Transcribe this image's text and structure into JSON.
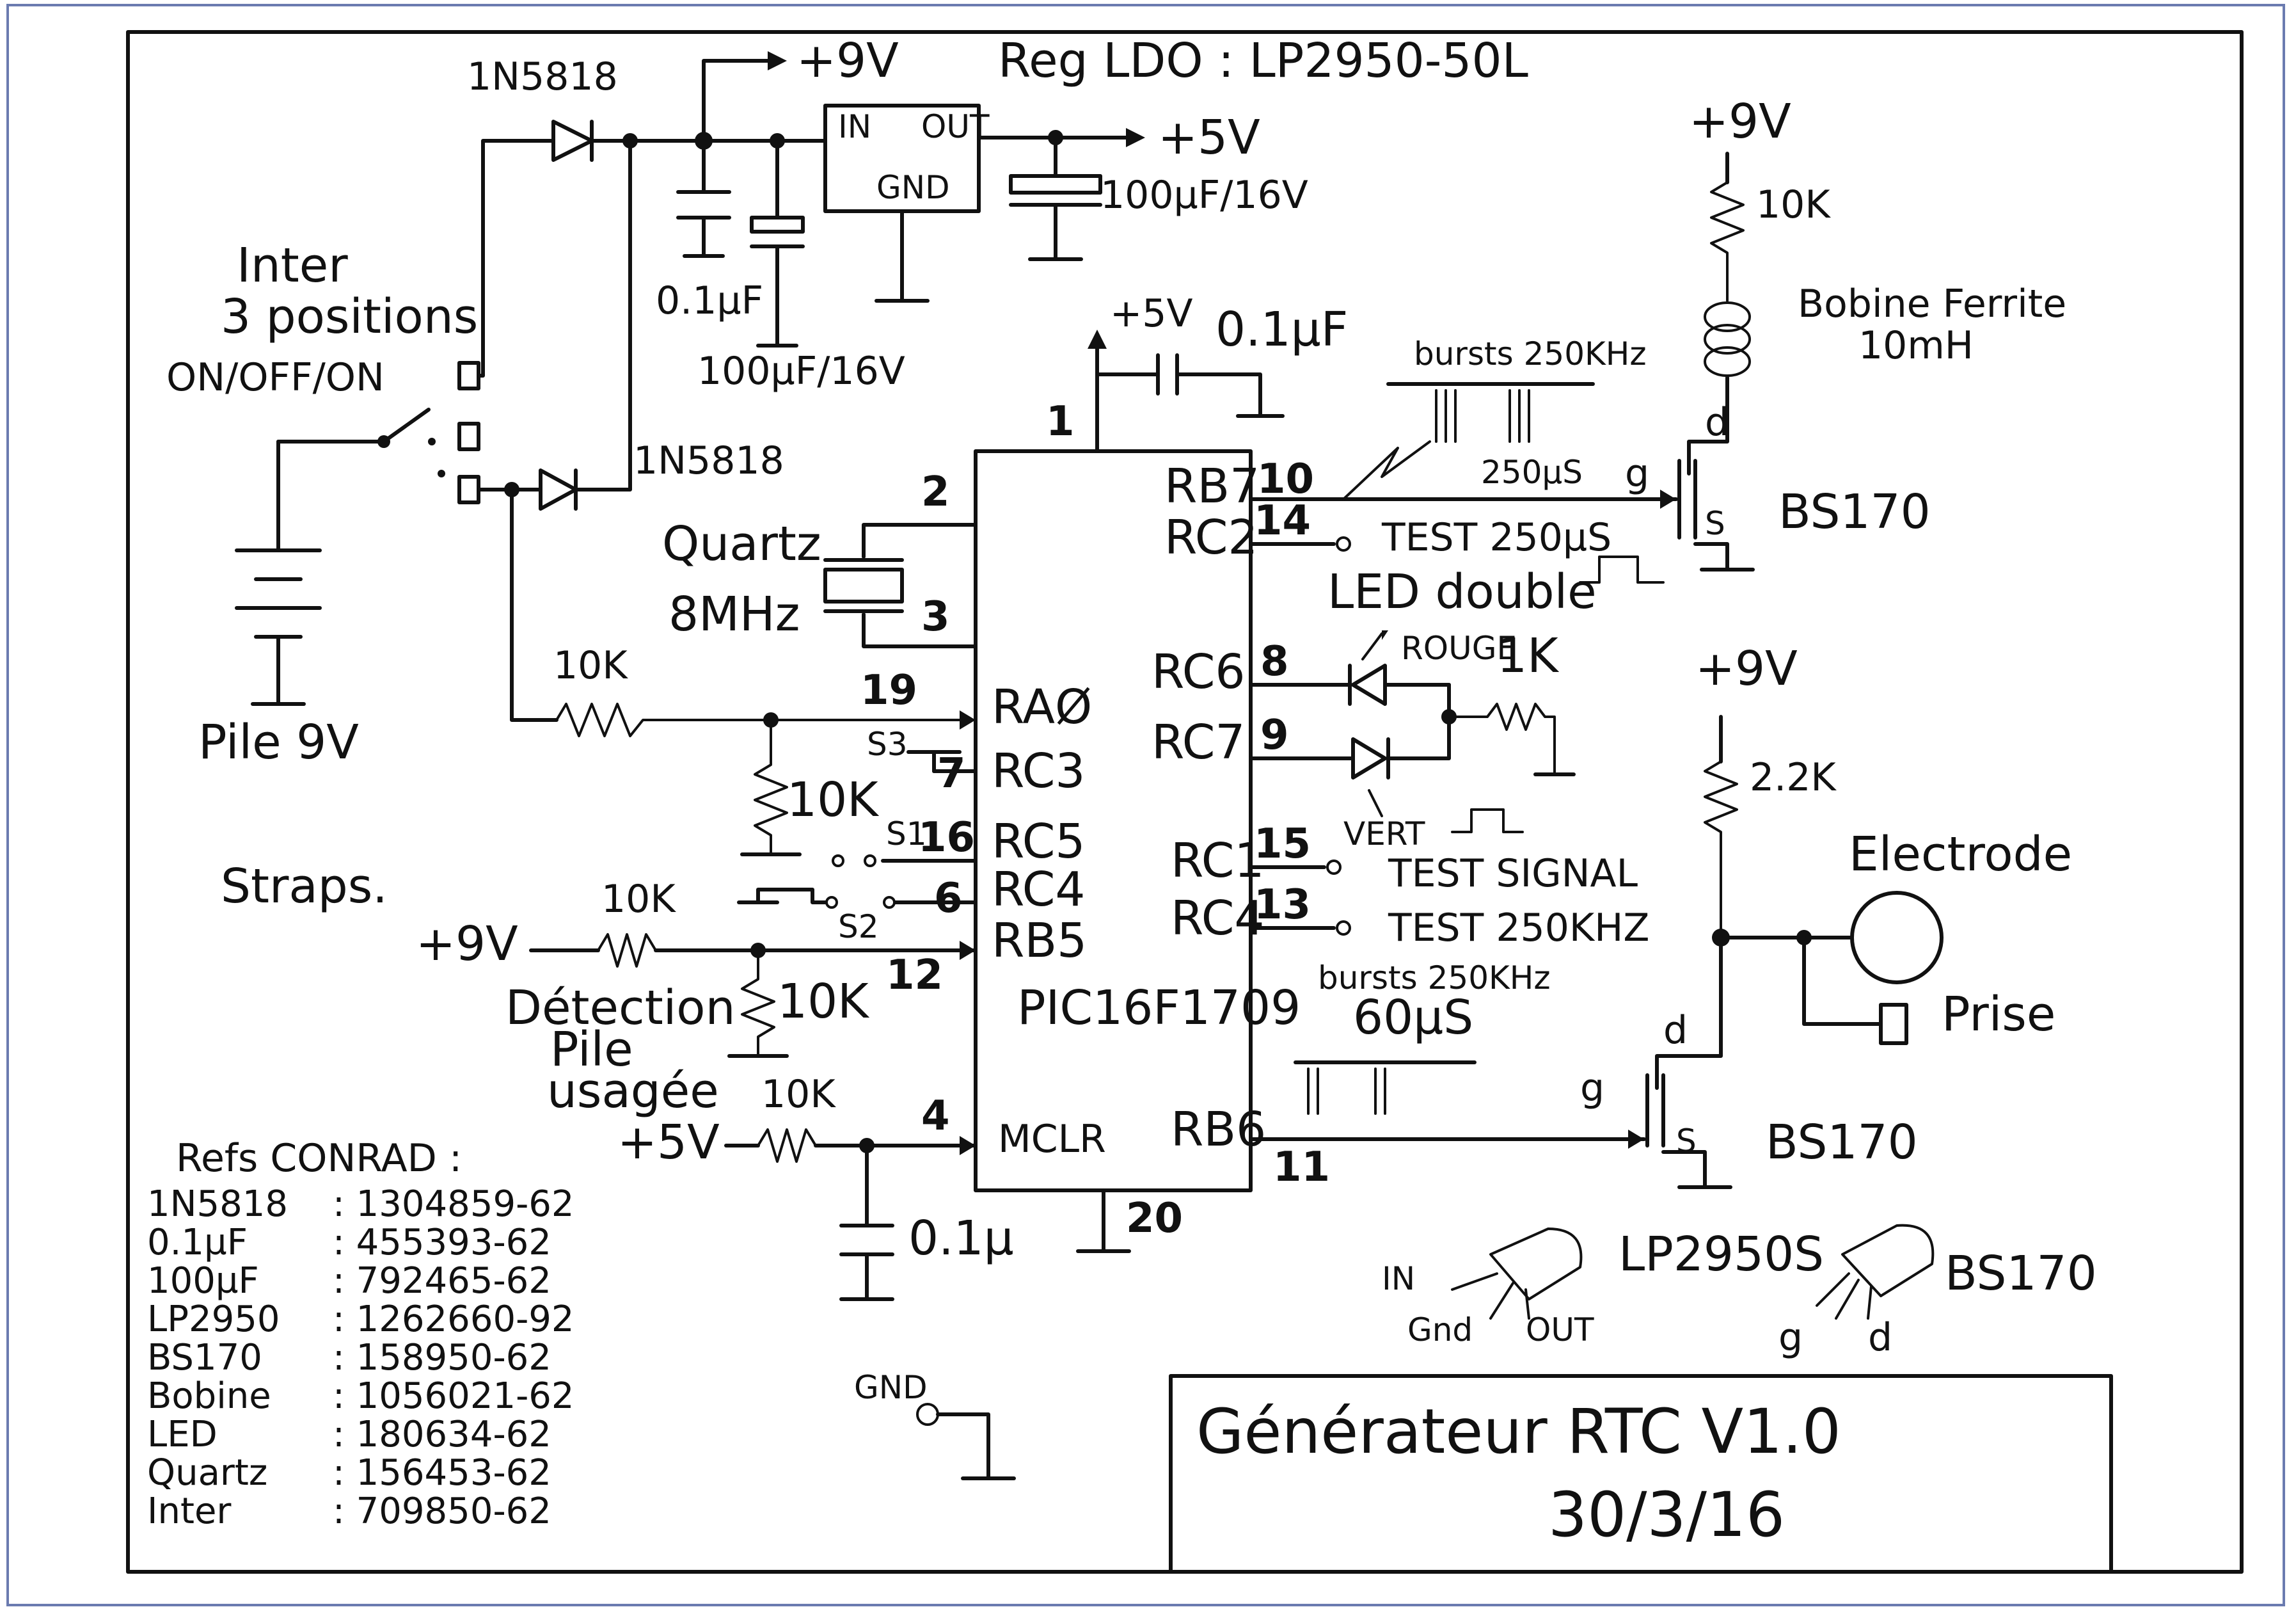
{
  "supply": {
    "p9v_top": "+9V",
    "regulator": "Reg LDO : LP2950-50L",
    "p5v_out": "+5V",
    "reg_in": "IN",
    "reg_out": "OUT",
    "reg_gnd": "GND",
    "diode_top": "1N5818",
    "diode_bottom": "1N5818",
    "cap_in_small": "0.1µF",
    "cap_in_big": "100µF/16V",
    "cap_out": "100µF/16V"
  },
  "switch": {
    "line1": "Inter",
    "line2": "3 positions",
    "line3": "ON/OFF/ON"
  },
  "battery": {
    "label": "Pile 9V"
  },
  "mcu": {
    "name": "PIC16F1709",
    "decoupling_supply": "+5V",
    "decoupling_cap": "0.1µF",
    "pins": {
      "p1": "1",
      "p2": "2",
      "p3": "3",
      "p19": "19",
      "p7": "7",
      "p16": "16",
      "p6": "6",
      "p12": "12",
      "p4": "4",
      "p20": "20",
      "p10": "10",
      "p14": "14",
      "p8": "8",
      "p9": "9",
      "p15": "15",
      "p13": "13",
      "p11": "11"
    },
    "labels": {
      "ra0": "RAØ",
      "rc3": "RC3",
      "rc5": "RC5",
      "rc4_left": "RC4",
      "rb5": "RB5",
      "mclr": "MCLR",
      "rb7": "RB7",
      "rc2": "RC2",
      "rc6": "RC6",
      "rc7": "RC7",
      "rc1": "RC1",
      "rc4_right": "RC4",
      "rb6": "RB6"
    }
  },
  "quartz": {
    "line1": "Quartz",
    "line2": "8MHz"
  },
  "inputs": {
    "r_ra0": "10K",
    "r_ra0_pd": "10K",
    "s3": "S3",
    "s1": "S1",
    "s2": "S2",
    "straps": "Straps.",
    "p9v_rb5": "+9V",
    "r_rb5": "10K",
    "r_rb5_pd": "10K",
    "detect_line1": "Détection",
    "detect_line2": "Pile",
    "detect_line3": "usagée",
    "p5v_mclr": "+5V",
    "r_mclr": "10K",
    "c_mclr": "0.1µ"
  },
  "outputs": {
    "bursts_top": "bursts 250KHz",
    "burst_period": "250µS",
    "test_250": "TEST 250µS",
    "led_double": "LED double",
    "rouge": "ROUGE",
    "r_led": "1K",
    "vert": "VERT",
    "test_signal": "TEST SIGNAL",
    "test_250khz": "TEST 250KHZ",
    "bursts_bottom_1": "bursts 250KHz",
    "bursts_bottom_2": "60µS"
  },
  "coil_driver": {
    "p9v": "+9V",
    "r": "10K",
    "coil_1": "Bobine Ferrite",
    "coil_2": "10mH",
    "fet": "BS170",
    "g": "g",
    "d": "d",
    "s": "S"
  },
  "electrode_driver": {
    "p9v": "+9V",
    "r": "2.2K",
    "electrode": "Electrode",
    "prise": "Prise",
    "fet": "BS170",
    "g": "g",
    "d": "d",
    "s": "S"
  },
  "packages": {
    "lp": "LP2950S",
    "lp_in": "IN",
    "lp_gnd": "Gnd",
    "lp_out": "OUT",
    "bs": "BS170",
    "bs_g": "g",
    "bs_d": "d"
  },
  "refs": {
    "title": "Refs CONRAD :",
    "items": [
      {
        "part": "1N5818",
        "code": ": 1304859-62"
      },
      {
        "part": "0.1µF",
        "code": ": 455393-62"
      },
      {
        "part": "100µF",
        "code": ": 792465-62"
      },
      {
        "part": "LP2950",
        "code": ": 1262660-92"
      },
      {
        "part": "BS170",
        "code": ": 158950-62"
      },
      {
        "part": "Bobine",
        "code": ": 1056021-62"
      },
      {
        "part": "LED",
        "code": ": 180634-62"
      },
      {
        "part": "Quartz",
        "code": ": 156453-62"
      },
      {
        "part": "Inter",
        "code": ": 709850-62"
      }
    ]
  },
  "gnd": {
    "label": "GND"
  },
  "title_block": {
    "title": "Générateur RTC V1.0",
    "date": "30/3/16"
  }
}
